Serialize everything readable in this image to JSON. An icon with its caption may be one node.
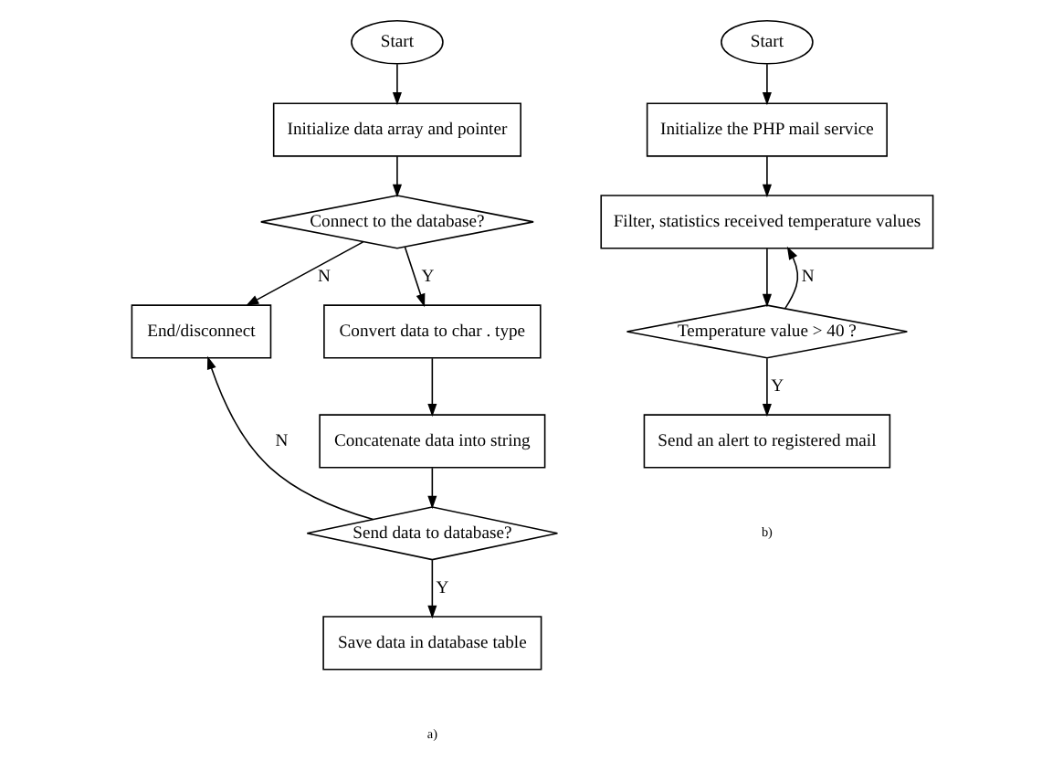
{
  "diagram": {
    "nodes": [
      {
        "text": [
          "Start"
        ]
      },
      {
        "text": [
          "Initialize data array and pointer"
        ]
      },
      {
        "text": [
          "Connect to the database?"
        ]
      },
      {
        "text": [
          "End/disconnect"
        ]
      },
      {
        "text": [
          "Convert data to char . type"
        ]
      },
      {
        "text": [
          "Concatenate data into string"
        ]
      },
      {
        "text": [
          "Send data to database?"
        ]
      },
      {
        "text": [
          "Save data in database table"
        ]
      },
      {
        "text": [
          "Start"
        ]
      },
      {
        "text": [
          "Initialize the PHP mail service"
        ]
      },
      {
        "text": [
          "Filter, statistics received temperature values"
        ]
      },
      {
        "text": [
          "Temperature value > 40 ?"
        ]
      },
      {
        "text": [
          "Send an alert to registered mail"
        ]
      }
    ],
    "edges": [
      {
        "from": 0,
        "to": 1,
        "arrow": "to"
      },
      {
        "from": 1,
        "to": 2,
        "arrow": "to"
      },
      {
        "from": 2,
        "to": 3,
        "arrow": "to",
        "label": "N"
      },
      {
        "from": 2,
        "to": 4,
        "arrow": "to",
        "label": "Y"
      },
      {
        "from": 4,
        "to": 5,
        "arrow": "to"
      },
      {
        "from": 5,
        "to": 6,
        "arrow": "to"
      },
      {
        "from": 6,
        "to": 3,
        "arrow": "to",
        "label": "N"
      },
      {
        "from": 6,
        "to": 7,
        "arrow": "to",
        "label": "Y"
      },
      {
        "from": 8,
        "to": 9,
        "arrow": "to"
      },
      {
        "from": 9,
        "to": 10,
        "arrow": "to"
      },
      {
        "from": 10,
        "to": 11,
        "arrow": "to"
      },
      {
        "from": 11,
        "to": 10,
        "arrow": "to",
        "label": "N"
      },
      {
        "from": 11,
        "to": 12,
        "arrow": "to",
        "label": "Y"
      }
    ],
    "labels": [
      "a)",
      "b)"
    ]
  }
}
